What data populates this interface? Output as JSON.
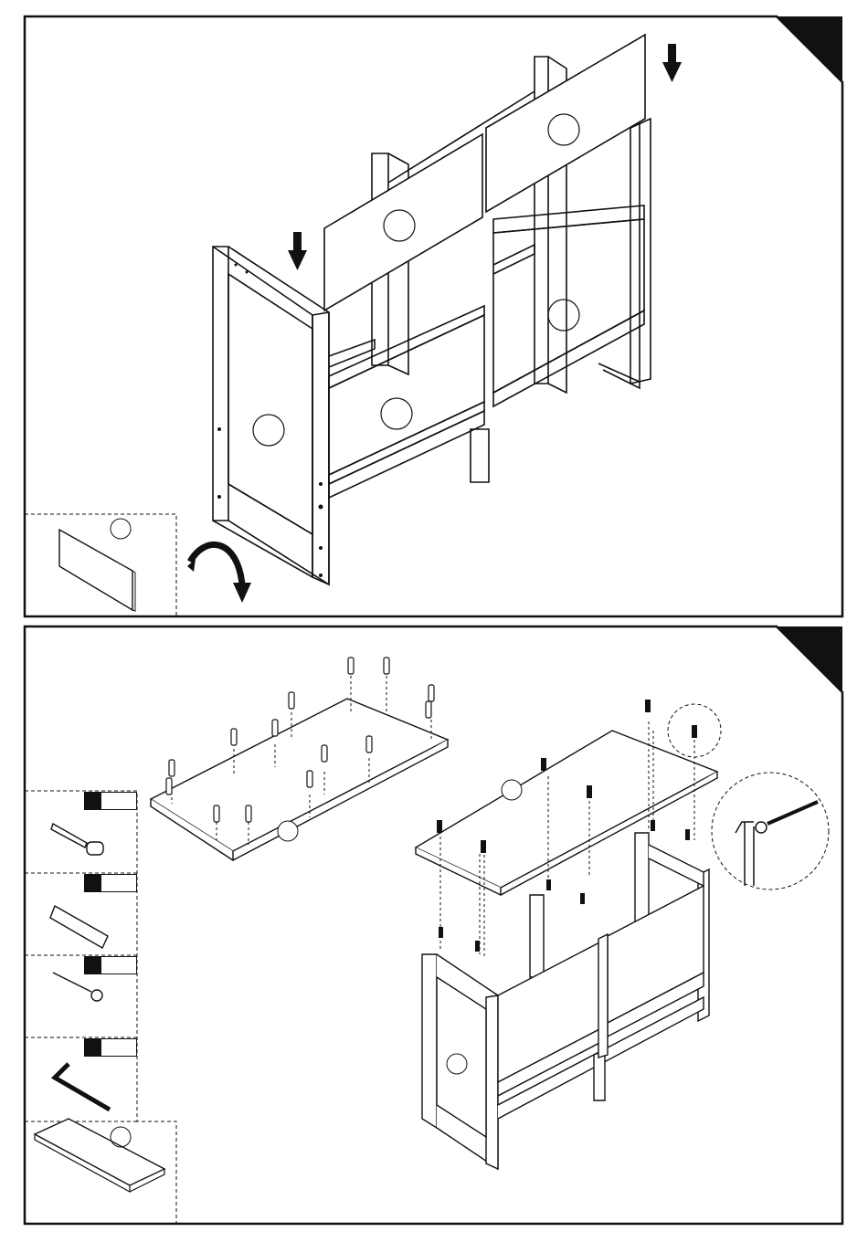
{
  "steps": [
    {
      "number": "",
      "part_callouts": [
        "",
        "",
        "",
        ""
      ],
      "parts_box": {
        "part": ""
      }
    },
    {
      "number": "",
      "parts": [
        {
          "name": "cam-dowel",
          "qty": ""
        },
        {
          "name": "wood-dowel",
          "qty": ""
        },
        {
          "name": "screw",
          "qty": ""
        },
        {
          "name": "allen-key",
          "qty": ""
        }
      ],
      "parts_box": {
        "part": ""
      }
    }
  ],
  "colors": {
    "line": "#111111",
    "background": "#ffffff"
  },
  "icons": [
    "arrow-down-icon",
    "rotate-arrow-icon",
    "cam-dowel-icon",
    "wood-dowel-icon",
    "screw-icon",
    "allen-key-icon",
    "magnifier-detail-icon"
  ]
}
